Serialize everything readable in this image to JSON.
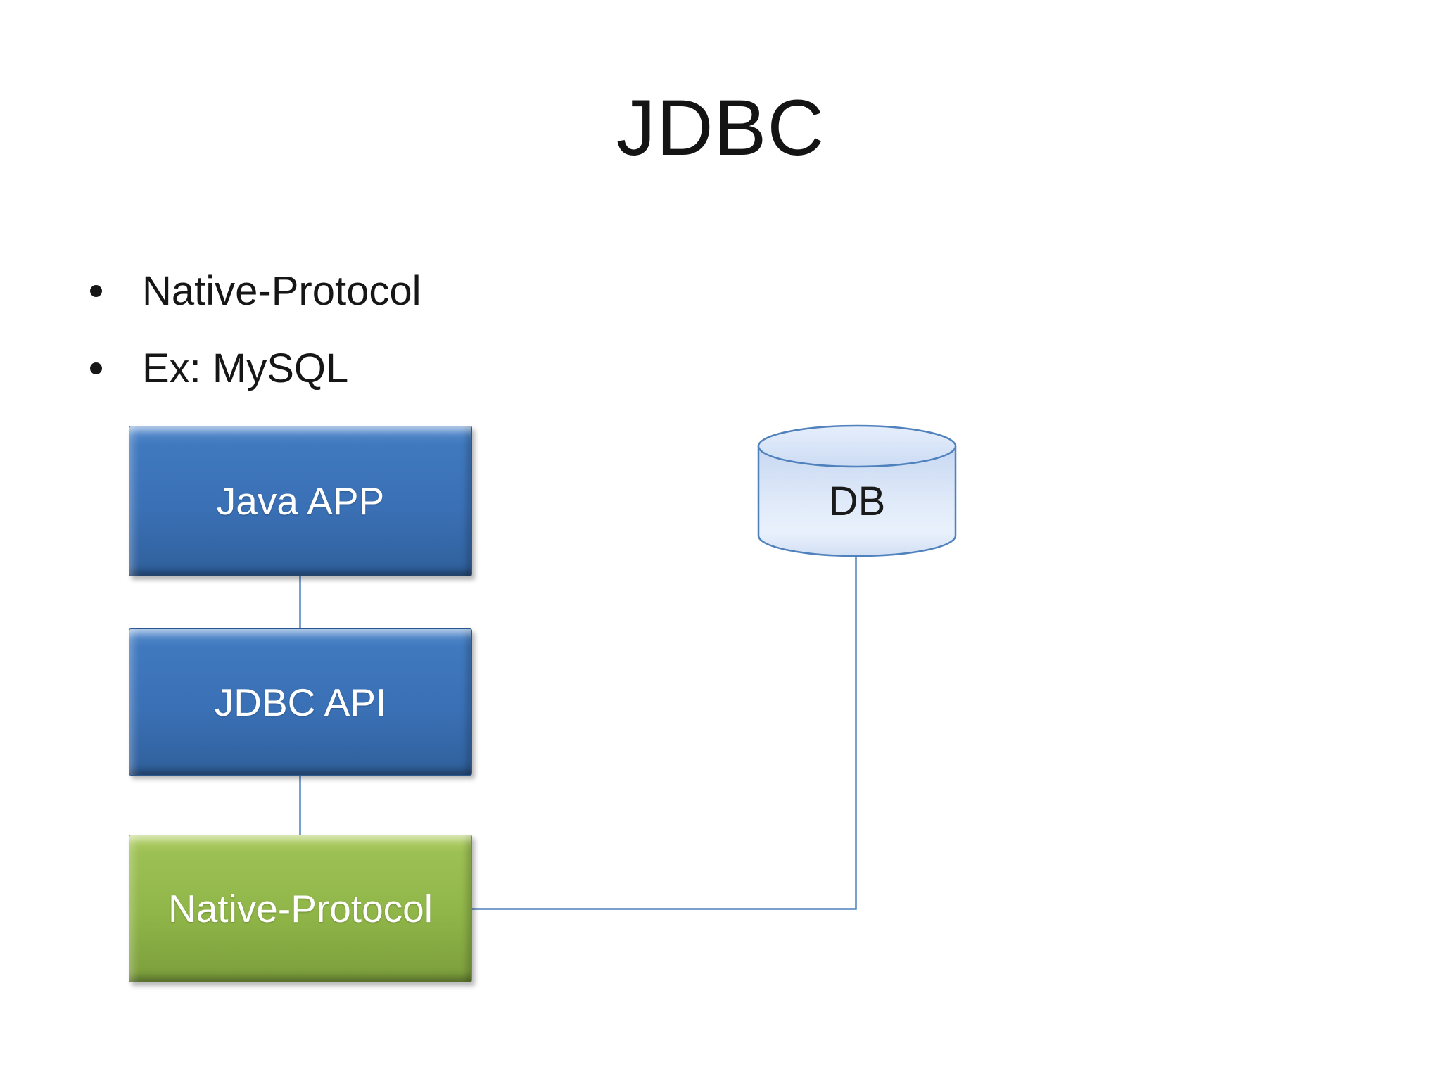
{
  "slide": {
    "title": "JDBC",
    "bullets": [
      "Native-Protocol",
      "Ex: MySQL"
    ]
  },
  "diagram": {
    "boxes": [
      {
        "id": "java-app",
        "label": "Java APP",
        "color": "blue"
      },
      {
        "id": "jdbc-api",
        "label": "JDBC API",
        "color": "blue"
      },
      {
        "id": "native-protocol",
        "label": "Native-Protocol",
        "color": "green"
      }
    ],
    "database": {
      "label": "DB",
      "shape": "cylinder"
    },
    "connections": [
      {
        "from": "Java APP",
        "to": "JDBC API"
      },
      {
        "from": "JDBC API",
        "to": "Native-Protocol"
      },
      {
        "from": "Native-Protocol",
        "to": "DB"
      }
    ]
  },
  "colors": {
    "box_blue": "#3a70b5",
    "box_green": "#8fb548",
    "db_fill": "#d8e4f7",
    "connector": "#4f81bd",
    "title_text": "#141414",
    "box_text": "#ffffff",
    "background": "#ffffff"
  }
}
